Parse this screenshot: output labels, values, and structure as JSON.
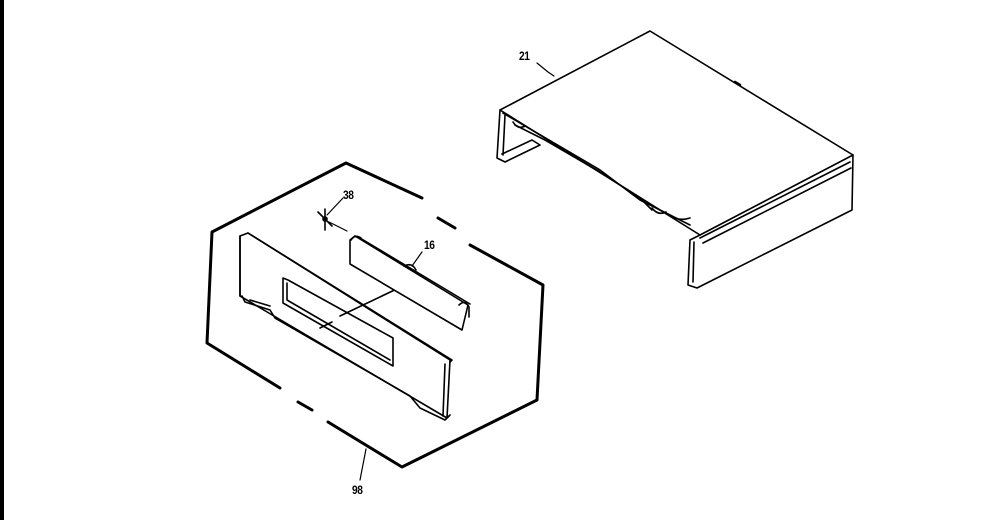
{
  "diagram": {
    "type": "exploded parts diagram",
    "colors": {
      "line": "#000000",
      "background": "#ffffff"
    },
    "parts": [
      {
        "id": "21",
        "label": "21",
        "description": "top cover"
      },
      {
        "id": "38",
        "label": "38",
        "description": "screw"
      },
      {
        "id": "16",
        "label": "16",
        "description": "bracket"
      },
      {
        "id": "98",
        "label": "98",
        "description": "front panel assembly"
      }
    ]
  }
}
